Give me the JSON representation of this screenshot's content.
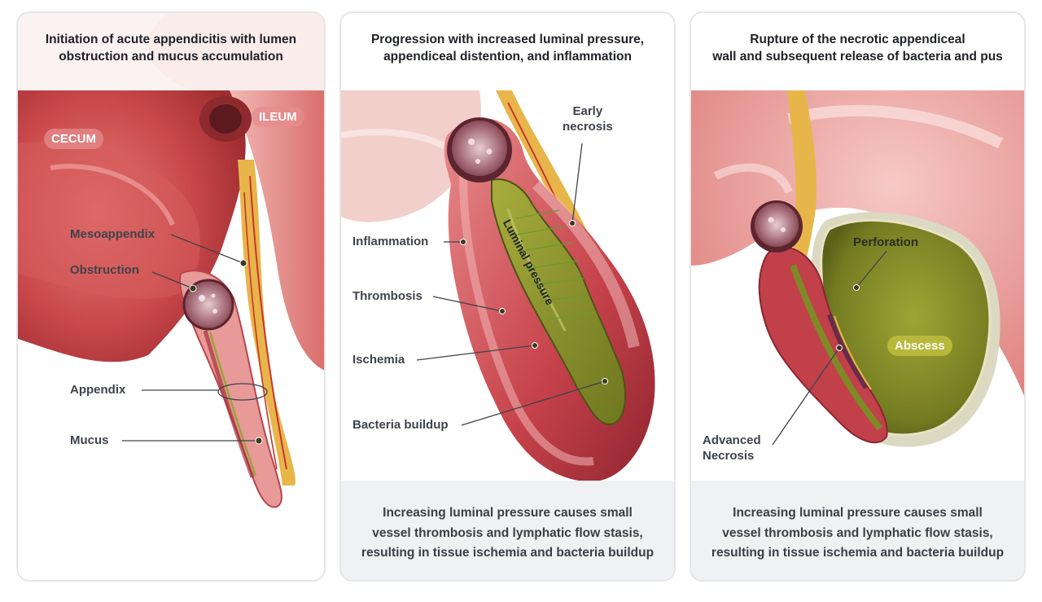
{
  "panels": [
    {
      "title_lines": [
        "Initiation of acute appendicitis with lumen",
        "obstruction and mucus accumulation"
      ],
      "labels": {
        "cecum": "CECUM",
        "ileum": "ILEUM",
        "mesoappendix": "Mesoappendix",
        "obstruction": "Obstruction",
        "appendix": "Appendix",
        "mucus": "Mucus"
      }
    },
    {
      "title_lines": [
        "Progression with increased luminal pressure,",
        "appendiceal distention, and inflammation"
      ],
      "labels": {
        "early_necrosis_1": "Early",
        "early_necrosis_2": "necrosis",
        "luminal_pressure": "Luminal pressure",
        "inflammation": "Inflammation",
        "thrombosis": "Thrombosis",
        "ischemia": "Ischemia",
        "bacteria_buildup": "Bacteria buildup"
      },
      "caption_lines": [
        "Increasing luminal pressure causes small",
        "vessel thrombosis and lymphatic flow stasis,",
        "resulting in tissue ischemia and bacteria buildup"
      ]
    },
    {
      "title_lines": [
        "Rupture of the necrotic appendiceal",
        "wall and subsequent release of bacteria and pus"
      ],
      "labels": {
        "perforation": "Perforation",
        "abscess": "Abscess",
        "advanced_necrosis_1": "Advanced",
        "advanced_necrosis_2": "Necrosis"
      },
      "caption_lines": [
        "Increasing luminal pressure causes small",
        "vessel thrombosis and lymphatic flow stasis,",
        "resulting in tissue ischemia and bacteria buildup"
      ]
    }
  ],
  "colors": {
    "tissue_red": "#c9484a",
    "tissue_pink": "#e9a3a3",
    "mucus_green": "#8f9a2a",
    "fat_yellow": "#e8b54a",
    "caption_bg": "#f0f1f3"
  }
}
